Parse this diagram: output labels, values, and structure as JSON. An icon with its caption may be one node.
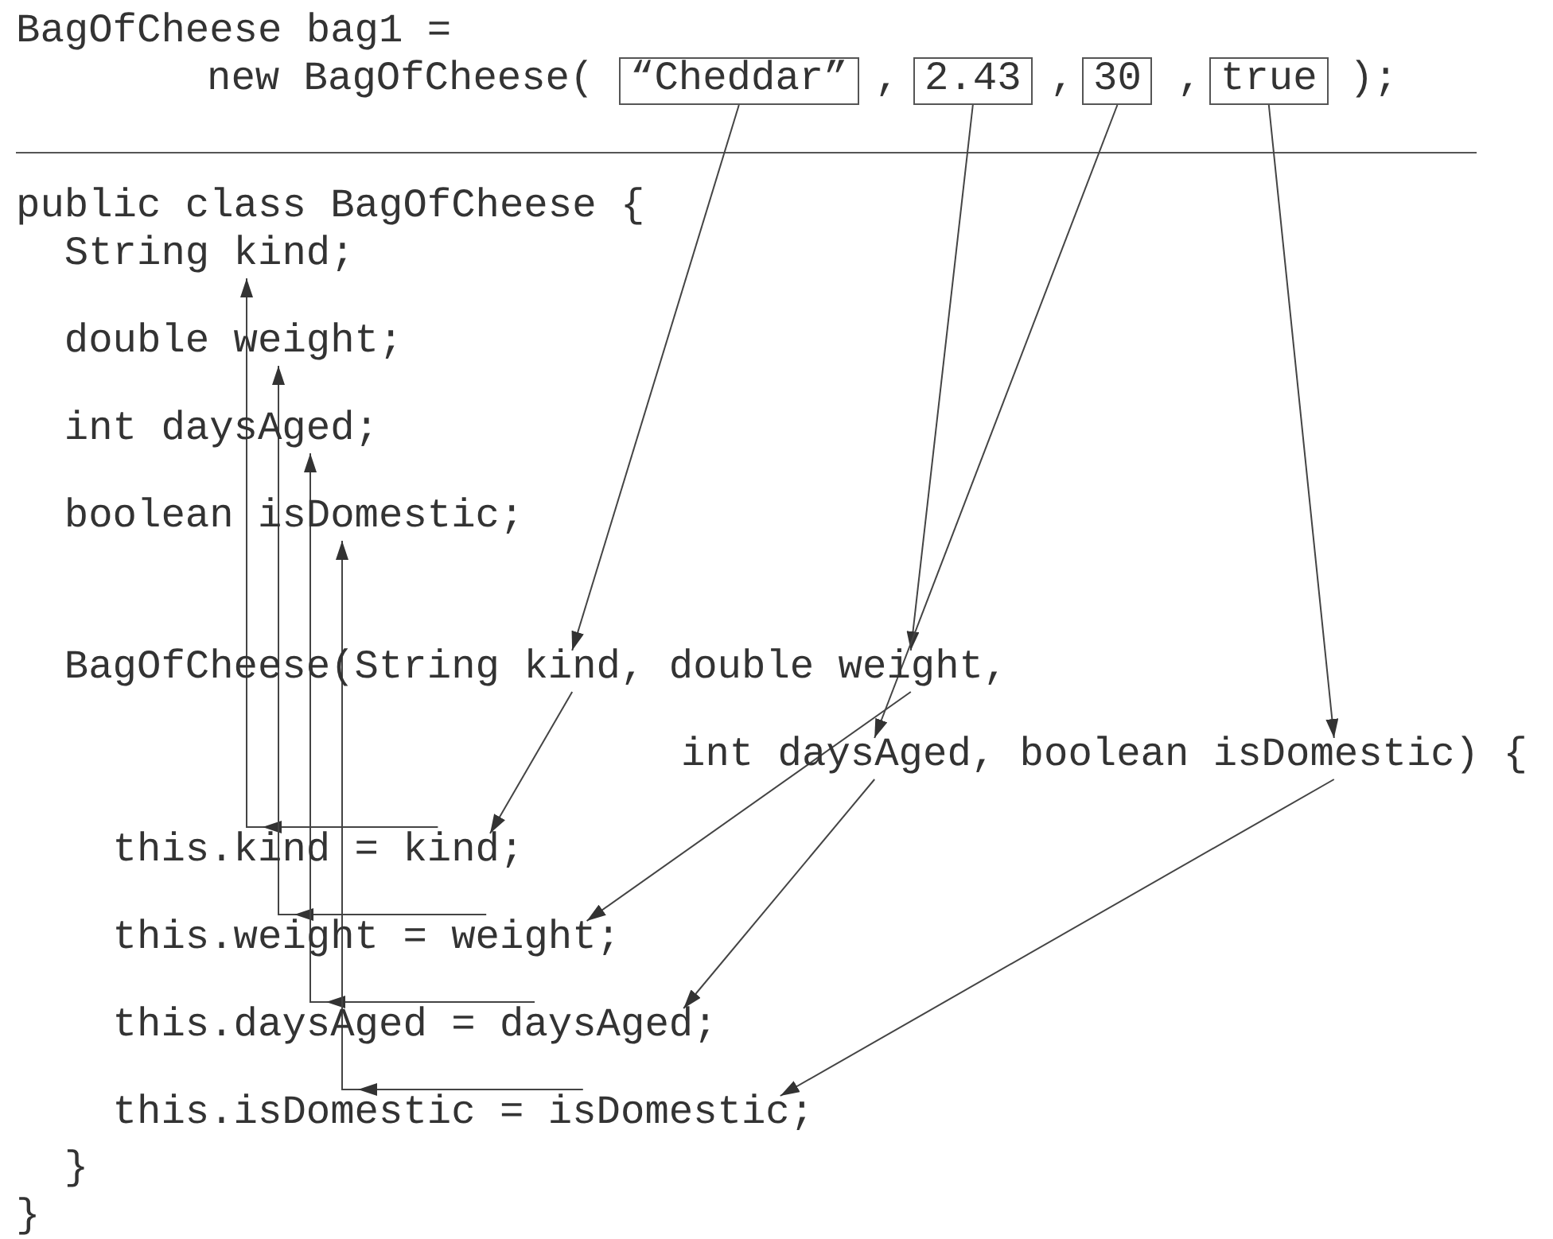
{
  "diagram": {
    "nodes": [
      {
        "text": [
          "“Cheddar”"
        ]
      },
      {
        "text": [
          "2.43"
        ]
      },
      {
        "text": [
          "30"
        ]
      },
      {
        "text": [
          "true"
        ]
      },
      {
        "text": [
          "kind"
        ]
      },
      {
        "text": [
          "weight"
        ]
      },
      {
        "text": [
          "daysAged"
        ]
      },
      {
        "text": [
          "isDomestic"
        ]
      },
      {
        "text": [
          "kind"
        ]
      },
      {
        "text": [
          "weight"
        ]
      },
      {
        "text": [
          "daysAged"
        ]
      },
      {
        "text": [
          "isDomestic"
        ]
      },
      {
        "text": [
          "kind"
        ]
      },
      {
        "text": [
          "weight"
        ]
      },
      {
        "text": [
          "daysAged"
        ]
      },
      {
        "text": [
          "isDomestic"
        ]
      }
    ],
    "edges": [
      {
        "from": 0,
        "to": 8,
        "arrow": "to"
      },
      {
        "from": 1,
        "to": 9,
        "arrow": "to"
      },
      {
        "from": 2,
        "to": 10,
        "arrow": "to"
      },
      {
        "from": 3,
        "to": 11,
        "arrow": "to"
      },
      {
        "from": 8,
        "to": 12,
        "arrow": "to"
      },
      {
        "from": 9,
        "to": 13,
        "arrow": "to"
      },
      {
        "from": 10,
        "to": 14,
        "arrow": "to"
      },
      {
        "from": 11,
        "to": 15,
        "arrow": "to"
      },
      {
        "from": 12,
        "to": 4,
        "arrow": "to"
      },
      {
        "from": 13,
        "to": 5,
        "arrow": "to"
      },
      {
        "from": 14,
        "to": 6,
        "arrow": "to"
      },
      {
        "from": 15,
        "to": 7,
        "arrow": "to"
      }
    ],
    "labels": [
      "BagOfCheese bag1 =",
      "new BagOfCheese(",
      ",",
      ",",
      ",",
      ");",
      "public class BagOfCheese {",
      "String",
      ";",
      "double",
      ";",
      "int",
      ";",
      "boolean",
      ";",
      "BagOfCheese(String",
      ",",
      "double",
      ",",
      "int",
      ",",
      "boolean",
      ") {",
      "this.kind =",
      ";",
      "this.weight =",
      ";",
      "this.daysAged =",
      ";",
      "this.isDomestic =",
      ";",
      "}",
      "}"
    ]
  }
}
